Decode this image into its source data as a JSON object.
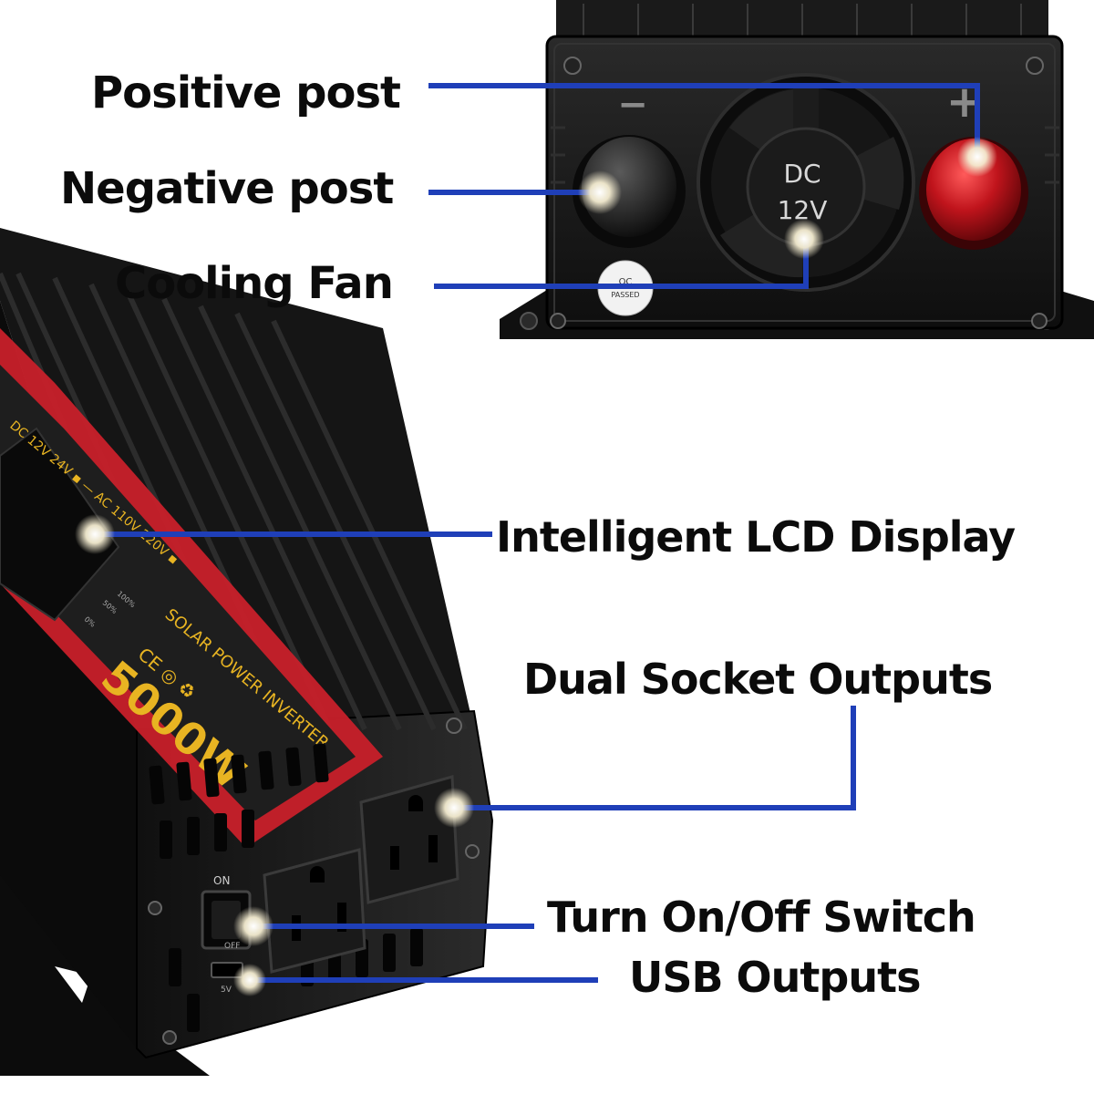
{
  "callouts": {
    "positive_post": "Positive post",
    "negative_post": "Negative post",
    "cooling_fan": "Cooling Fan",
    "lcd_display": "Intelligent LCD Display",
    "socket_outputs": "Dual Socket Outputs",
    "power_switch": "Turn On/Off Switch",
    "usb_outputs": "USB Outputs"
  },
  "top_unit": {
    "minus_mark": "−",
    "plus_mark": "+",
    "fan_label_line1": "DC",
    "fan_label_line2": "12V",
    "qc_sticker_line1": "QC",
    "qc_sticker_line2": "PASSED"
  },
  "bottom_unit": {
    "rating": "5000W",
    "product_name": "SOLAR POWER INVERTER",
    "input_spec": "DC 12V  24V ▪ — AC 110V  220V ▪",
    "scale_0": "0%",
    "scale_50": "50%",
    "scale_100": "100%",
    "switch_label": "ON",
    "switch_off_label": "OFF",
    "usb_label": "5V"
  },
  "colors": {
    "leader_line": "#1f3fb8",
    "body_dark": "#141414",
    "red_stripe": "#c8202a",
    "rating_gold": "#e8b422",
    "post_red": "#c0141c"
  }
}
